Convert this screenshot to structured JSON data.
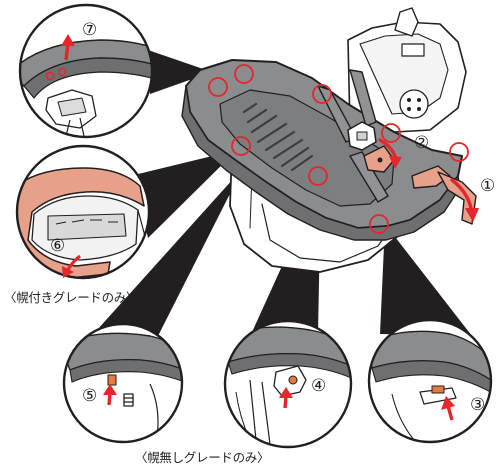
{
  "steps": {
    "s1": "①",
    "s2": "②",
    "s3": "③",
    "s4": "④",
    "s5": "⑤",
    "s6": "⑥",
    "s7": "⑦"
  },
  "captions": {
    "with_hood": "〈幌付きグレードのみ〉",
    "without_hood": "〈幌無しグレードのみ〉"
  },
  "colors": {
    "line": "#231f20",
    "seat_fabric": "#8a8c8e",
    "seat_fabric_dark": "#6d6f71",
    "shell": "#ffffff",
    "accent_red": "#e5262b",
    "tab_salmon": "#e7a08a",
    "tab_orange": "#e77b3f"
  }
}
